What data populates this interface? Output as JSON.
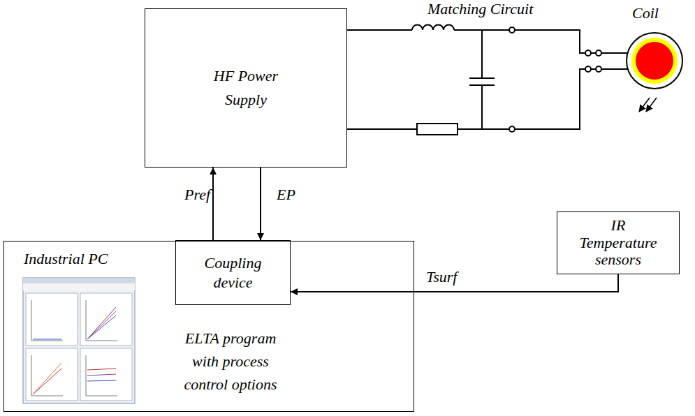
{
  "diagram": {
    "nodes": [
      {
        "text": [
          "HF Power Supply"
        ]
      },
      {
        "text": [
          "IR Temperature sensors"
        ]
      },
      {
        "text": [
          "Industrial PC",
          "ELTA program with process control options"
        ]
      },
      {
        "text": [
          "Coupling device"
        ],
        "in": 2
      }
    ],
    "edges": [
      {
        "from": 3,
        "to": 0,
        "arrow": "to",
        "label": "Pref"
      },
      {
        "from": 0,
        "to": 3,
        "arrow": "to",
        "label": "EP"
      },
      {
        "from": 1,
        "to": 3,
        "arrow": "to",
        "label": "Tsurf"
      }
    ],
    "labels": [
      "Matching Circuit",
      "Coil"
    ]
  }
}
